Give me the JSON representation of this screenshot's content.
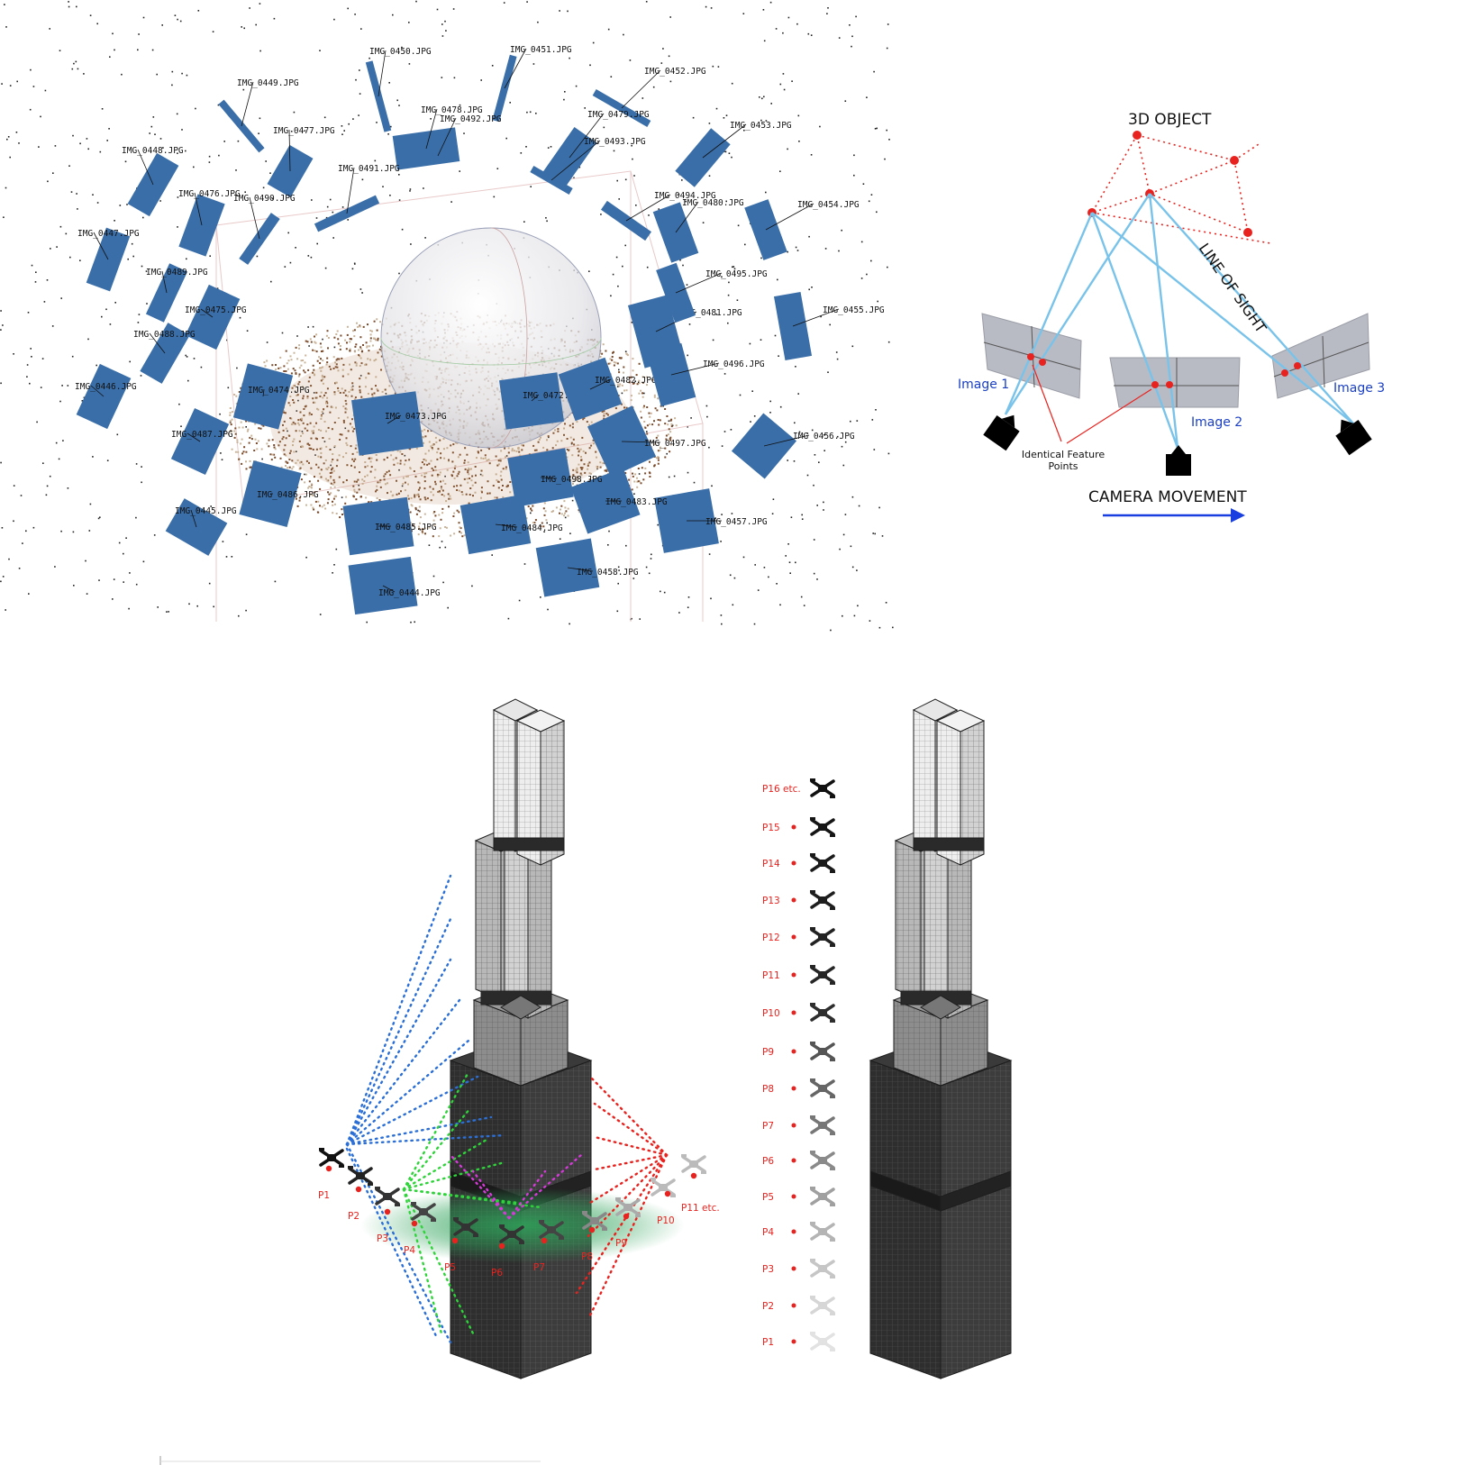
{
  "point_cloud_panel": {
    "camera_labels": [
      "IMG_0444.JPG",
      "IMG_0445.JPG",
      "IMG_0446.JPG",
      "IMG_0447.JPG",
      "IMG_0448.JPG",
      "IMG_0449.JPG",
      "IMG_0450.JPG",
      "IMG_0451.JPG",
      "IMG_0452.JPG",
      "IMG_0453.JPG",
      "IMG_0454.JPG",
      "IMG_0455.JPG",
      "IMG_0456.JPG",
      "IMG_0457.JPG",
      "IMG_0458.JPG",
      "IMG_0472.JPG",
      "IMG_0473.JPG",
      "IMG_0474.JPG",
      "IMG_0475.JPG",
      "IMG_0476.JPG",
      "IMG_0477.JPG",
      "IMG_0478.JPG",
      "IMG_0479.JPG",
      "IMG_0480.JPG",
      "IMG_0481.JPG",
      "IMG_0482.JPG",
      "IMG_0483.JPG",
      "IMG_0484.JPG",
      "IMG_0485.JPG",
      "IMG_0486.JPG",
      "IMG_0487.JPG",
      "IMG_0488.JPG",
      "IMG_0489.JPG",
      "IMG_0490.JPG",
      "IMG_0491.JPG",
      "IMG_0492.JPG",
      "IMG_0493.JPG",
      "IMG_0494.JPG",
      "IMG_0495.JPG",
      "IMG_0496.JPG",
      "IMG_0497.JPG",
      "IMG_0498.JPG"
    ],
    "colors": {
      "camera_plane": "#3a6ea8",
      "cloud_dark": "#7a4a2a",
      "cloud_light": "#c9b49a"
    }
  },
  "triangulation_panel": {
    "title": "3D OBJECT",
    "line_of_sight": "LINE OF SIGHT",
    "image_labels": [
      "Image 1",
      "Image 2",
      "Image 3"
    ],
    "feature_label_line1": "Identical Feature",
    "feature_label_line2": "Points",
    "movement_label": "CAMERA MOVEMENT",
    "colors": {
      "object": "#e8231f",
      "rays": "#79c3ea",
      "image_labels": "#1a3fc4",
      "arrow": "#1a3fe0",
      "image_plane": "#b9bbc4"
    }
  },
  "tower_scan_panel": {
    "positions": [
      "P1",
      "P2",
      "P3",
      "P4",
      "P5",
      "P6",
      "P7",
      "P8",
      "P9",
      "P10",
      "P11 etc."
    ],
    "colors": {
      "left_rays": "#2b6fd6",
      "mid_rays": "#2fd33a",
      "inner_rays": "#d33ad6",
      "right_rays": "#e8231f",
      "glow": "#2fa35a",
      "tower": "#2b2b2b"
    }
  },
  "flight_plan_panel": {
    "positions": [
      "P16 etc.",
      "P15",
      "P14",
      "P13",
      "P12",
      "P11",
      "P10",
      "P9",
      "P8",
      "P7",
      "P6",
      "P5",
      "P4",
      "P3",
      "P2",
      "P1"
    ],
    "colors": {
      "label": "#e8231f"
    }
  }
}
